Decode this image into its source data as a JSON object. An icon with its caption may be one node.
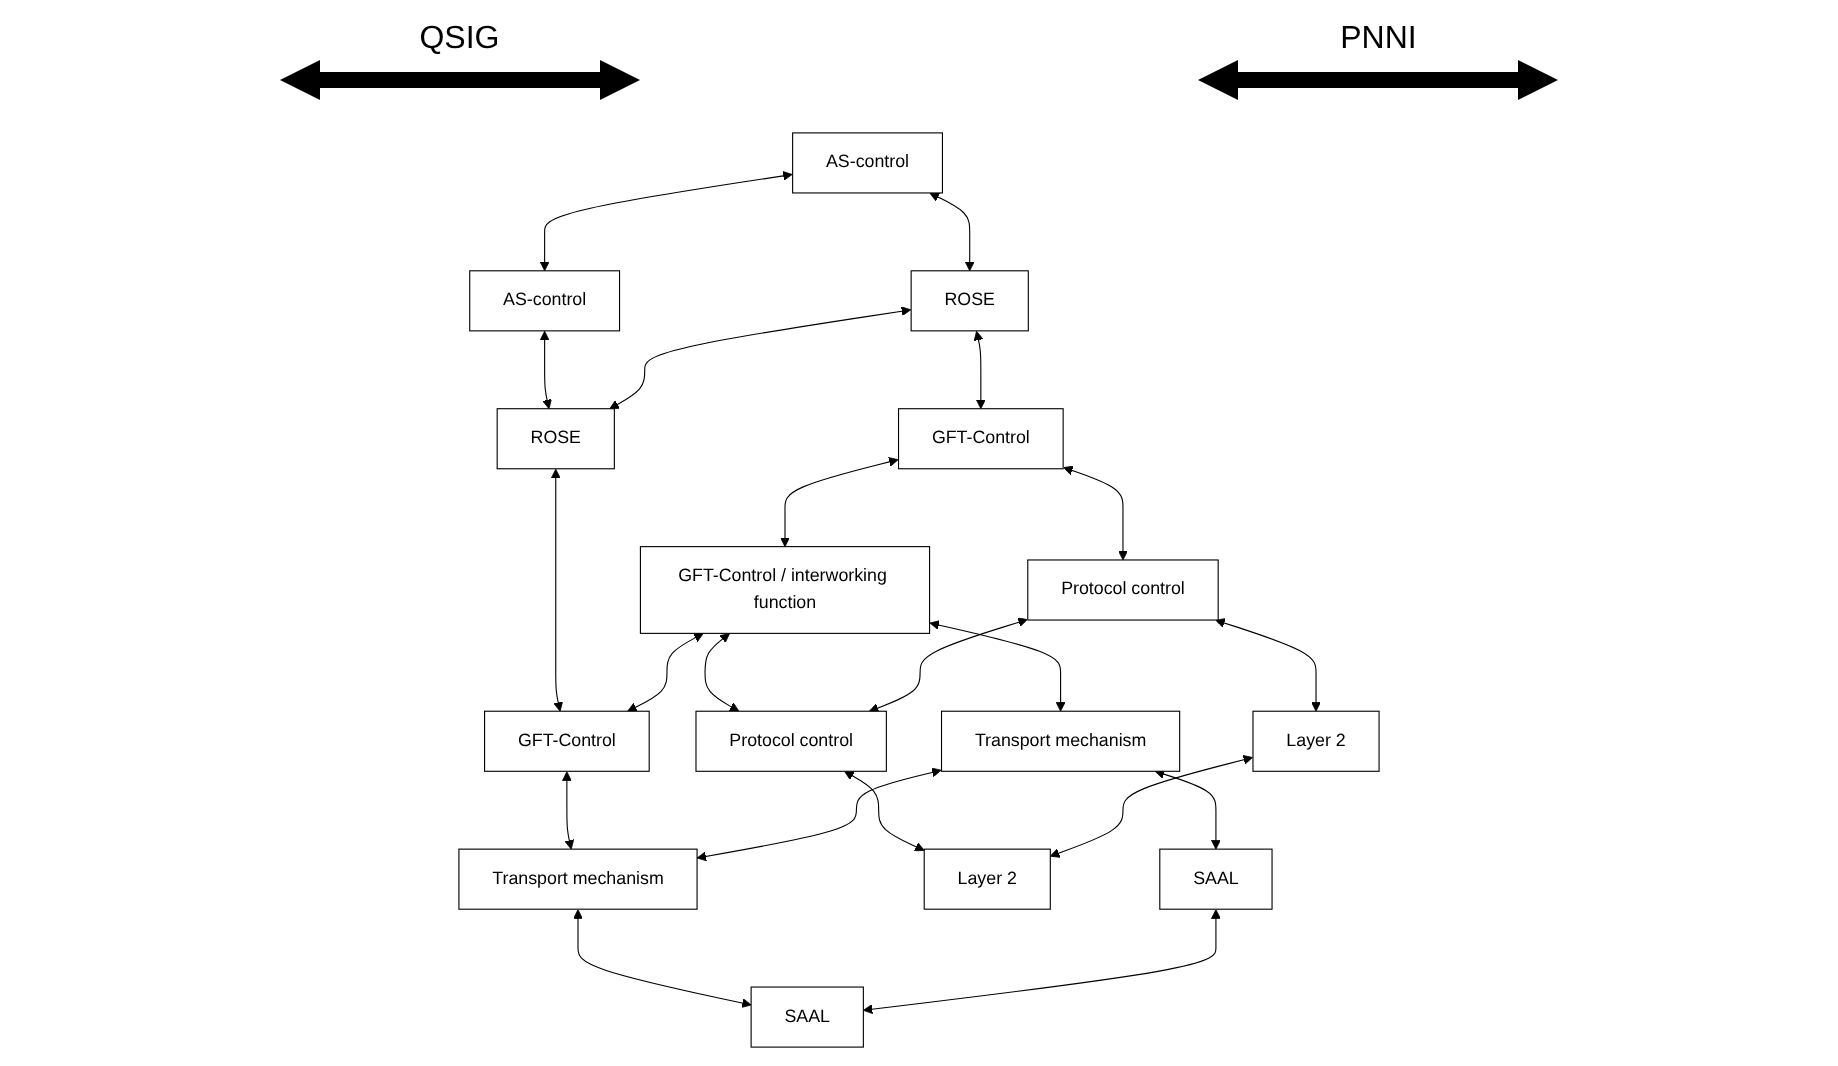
{
  "diagram": {
    "nodes": [
      {
        "text": [
          "AS-control"
        ]
      },
      {
        "text": [
          "AS-control"
        ]
      },
      {
        "text": [
          "ROSE"
        ]
      },
      {
        "text": [
          "ROSE"
        ]
      },
      {
        "text": [
          "GFT-Control"
        ]
      },
      {
        "text": [
          "GFT-Control / interworking function"
        ]
      },
      {
        "text": [
          "GFT-Control"
        ]
      },
      {
        "text": [
          "Protocol control"
        ]
      },
      {
        "text": [
          "Protocol control"
        ]
      },
      {
        "text": [
          "Transport mechanism"
        ]
      },
      {
        "text": [
          "Transport mechanism"
        ]
      },
      {
        "text": [
          "Layer 2"
        ]
      },
      {
        "text": [
          "Layer 2"
        ]
      },
      {
        "text": [
          "SAAL"
        ]
      },
      {
        "text": [
          "SAAL"
        ]
      }
    ],
    "edges": [
      {
        "from": 0,
        "to": 1,
        "arrow": "both"
      },
      {
        "from": 0,
        "to": 2,
        "arrow": "both"
      },
      {
        "from": 1,
        "to": 3,
        "arrow": "both"
      },
      {
        "from": 2,
        "to": 3,
        "arrow": "both"
      },
      {
        "from": 2,
        "to": 4,
        "arrow": "both"
      },
      {
        "from": 3,
        "to": 6,
        "arrow": "both"
      },
      {
        "from": 4,
        "to": 5,
        "arrow": "both"
      },
      {
        "from": 5,
        "to": 6,
        "arrow": "both"
      },
      {
        "from": 4,
        "to": 7,
        "arrow": "both"
      },
      {
        "from": 5,
        "to": 8,
        "arrow": "both"
      },
      {
        "from": 5,
        "to": 9,
        "arrow": "both"
      },
      {
        "from": 6,
        "to": 10,
        "arrow": "both"
      },
      {
        "from": 7,
        "to": 8,
        "arrow": "both"
      },
      {
        "from": 9,
        "to": 10,
        "arrow": "both"
      },
      {
        "from": 7,
        "to": 11,
        "arrow": "both"
      },
      {
        "from": 8,
        "to": 12,
        "arrow": "both"
      },
      {
        "from": 9,
        "to": 13,
        "arrow": "both"
      },
      {
        "from": 10,
        "to": 14,
        "arrow": "both"
      },
      {
        "from": 11,
        "to": 12,
        "arrow": "both"
      },
      {
        "from": 13,
        "to": 14,
        "arrow": "both"
      }
    ],
    "labels": [
      "QSIG",
      "PNNI"
    ]
  }
}
